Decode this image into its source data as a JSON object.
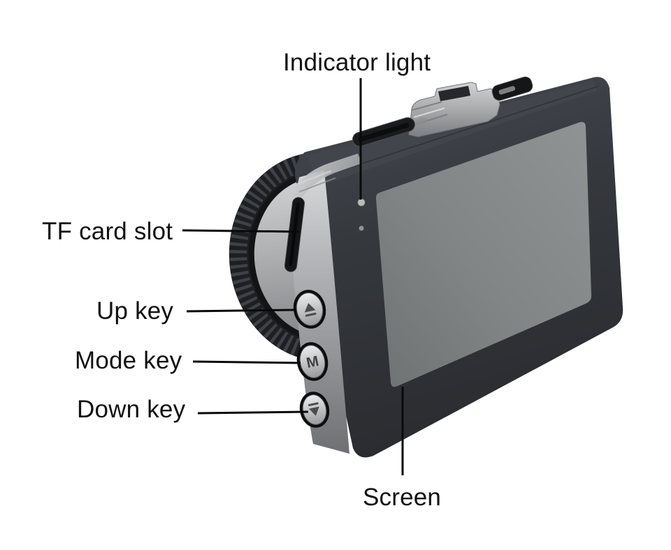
{
  "scene": {
    "background_color": "#ffffff",
    "description": "Dash camera (car DVR) three-quarter view product diagram with part callouts",
    "line_color": "#0a0a0a",
    "label_color": "#111111"
  },
  "callouts": [
    {
      "id": "indicator-light",
      "label": "Indicator light"
    },
    {
      "id": "tf-card-slot",
      "label": "TF card slot"
    },
    {
      "id": "up-key",
      "label": "Up key"
    },
    {
      "id": "mode-key",
      "label": "Mode key"
    },
    {
      "id": "down-key",
      "label": "Down key"
    },
    {
      "id": "screen",
      "label": "Screen"
    }
  ],
  "device": {
    "body_color": "#33363c",
    "screen_color": "#868a8b",
    "side_panel_color": "#a9abae",
    "lens_color": "#1d1f22",
    "metal_accent_color": "#c8c9cb",
    "buttons": [
      {
        "id": "up-key-button",
        "glyph": "▲"
      },
      {
        "id": "mode-key-button",
        "glyph": "M"
      },
      {
        "id": "down-key-button",
        "glyph": "▼"
      }
    ]
  }
}
